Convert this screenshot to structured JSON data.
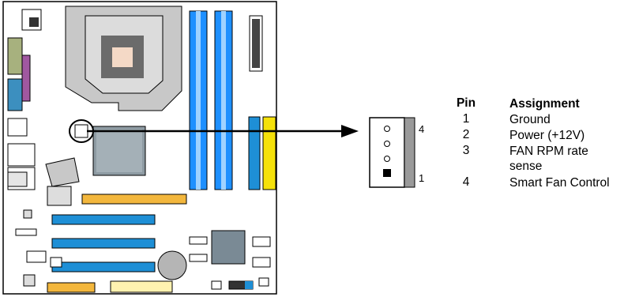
{
  "connector": {
    "top_pin_number": "4",
    "bottom_pin_number": "1"
  },
  "pin_table": {
    "headers": {
      "pin": "Pin",
      "assignment": "Assignment"
    },
    "rows": [
      {
        "pin": "1",
        "assignment": "Ground"
      },
      {
        "pin": "2",
        "assignment": "Power (+12V)"
      },
      {
        "pin": "3",
        "assignment": "FAN RPM rate sense"
      },
      {
        "pin": "4",
        "assignment": "Smart Fan Control"
      }
    ]
  },
  "colors": {
    "dimm_slot": "#1e90ff",
    "ide_slot": "#f5e10a",
    "pci_slot": "#1e8fd6",
    "agp_slot": "#f3b73d",
    "chip": "#8e9ba3"
  }
}
